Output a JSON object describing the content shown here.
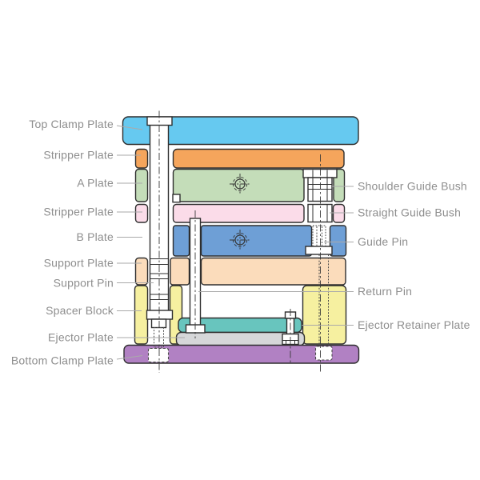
{
  "labels": {
    "left": [
      "Top Clamp Plate",
      "Stripper Plate",
      "A Plate",
      "Stripper Plate",
      "B Plate",
      "Support Plate",
      "Support Pin",
      "Spacer Block",
      "Ejector Plate",
      "Bottom Clamp Plate"
    ],
    "right": [
      "Shoulder Guide Bush",
      "Straight Guide Bush",
      "Guide Pin",
      "Return Pin",
      "Ejector Retainer Plate"
    ]
  },
  "colors": {
    "top_clamp_plate": "#66C9F0",
    "stripper_plate": "#F5A55C",
    "a_plate": "#C4DDB9",
    "stripper_plate_lower": "#FBDCE9",
    "b_plate": "#6E9FD6",
    "support_plate": "#FBDCBB",
    "spacer_block": "#F6F0A0",
    "ejector_retainer_plate": "#68C5BE",
    "ejector_plate": "#D6D7D9",
    "bottom_clamp_plate": "#B181C3",
    "outline": "#2F2F2F",
    "label_text": "#8E8E8E",
    "leader_line": "#AAAAAA",
    "background": "#FFFFFF"
  }
}
